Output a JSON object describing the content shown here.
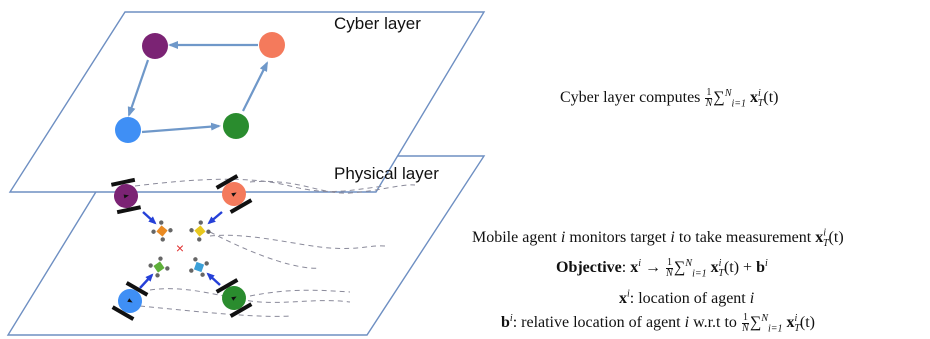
{
  "figure": {
    "cyber_layer_label": "Cyber layer",
    "physical_layer_label": "Physical layer",
    "node_colors": {
      "purple": "#7b2374",
      "orange": "#f47a5c",
      "blue": "#3f8ff5",
      "green": "#2a8c2e"
    },
    "plane_border_color": "#6e8fc2",
    "arrow_color": "#6f98c9",
    "measure_arrow_color": "#2540d8",
    "target_marker": "×",
    "target_marker_color": "#e03030"
  },
  "captions": {
    "cyber_computes": {
      "prefix": "Cyber layer computes",
      "frac_num": "1",
      "frac_den": "N",
      "sum": "∑",
      "sum_sup": "N",
      "sum_sub": "i=1",
      "var": "x",
      "var_sup": "i",
      "var_sub": "T",
      "arg": "(t)"
    },
    "monitor_line": {
      "text_a": "Mobile agent ",
      "i1": "i",
      "text_b": " monitors target ",
      "i2": "i",
      "text_c": " to take measurement ",
      "var": "x",
      "var_sup": "i",
      "var_sub": "T",
      "arg": "(t)"
    },
    "objective_line": {
      "label": "Objective",
      "colon": ":",
      "lhs": "x",
      "lhs_sup": "i",
      "arrow": "→",
      "frac_num": "1",
      "frac_den": "N",
      "sum": "∑",
      "sum_sup": "N",
      "sum_sub": "i=1",
      "var": "x",
      "var_sup": "i",
      "var_sub": "T",
      "arg": "(t) + ",
      "b": "b",
      "b_sup": "i"
    },
    "location_line": {
      "var": "x",
      "var_sup": "i",
      "text": ": location of agent ",
      "i": "i"
    },
    "relative_line": {
      "b": "b",
      "b_sup": "i",
      "text_a": ": relative location of agent ",
      "i": "i",
      "text_b": " w.r.t to ",
      "frac_num": "1",
      "frac_den": "N",
      "sum": "∑",
      "sum_sup": "N",
      "sum_sub": "i=1",
      "var": "x",
      "var_sup": "i",
      "var_sub": "T",
      "arg": "(t)"
    }
  }
}
